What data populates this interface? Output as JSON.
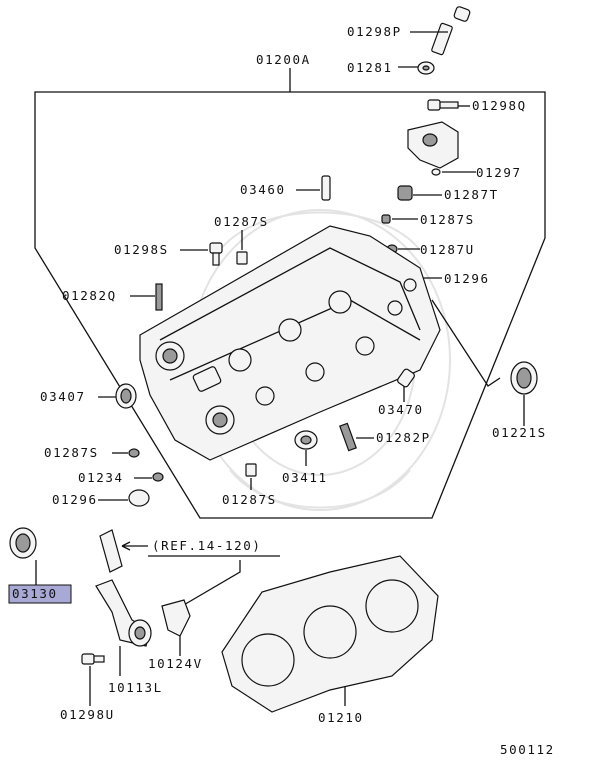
{
  "reference": "(REF.14-120)",
  "drawing_number": "500112",
  "highlight_color": "#a9a9d6",
  "parts": {
    "p01298P": "01298P",
    "p01200A": "01200A",
    "p01281": "01281",
    "p01298Q": "01298Q",
    "p01297": "01297",
    "p03460": "03460",
    "p01287T": "01287T",
    "p01287S_a": "01287S",
    "p01287S_b": "01287S",
    "p01298S": "01298S",
    "p01287U": "01287U",
    "p01296_a": "01296",
    "p01282Q": "01282Q",
    "p03407": "03407",
    "p03470": "03470",
    "p01221S": "01221S",
    "p01287S_c": "01287S",
    "p01282P": "01282P",
    "p01234": "01234",
    "p03411": "03411",
    "p01296_b": "01296",
    "p01287S_d": "01287S",
    "p03130": "03130",
    "p10124V": "10124V",
    "p10113L": "10113L",
    "p01298U": "01298U",
    "p01210": "01210"
  }
}
